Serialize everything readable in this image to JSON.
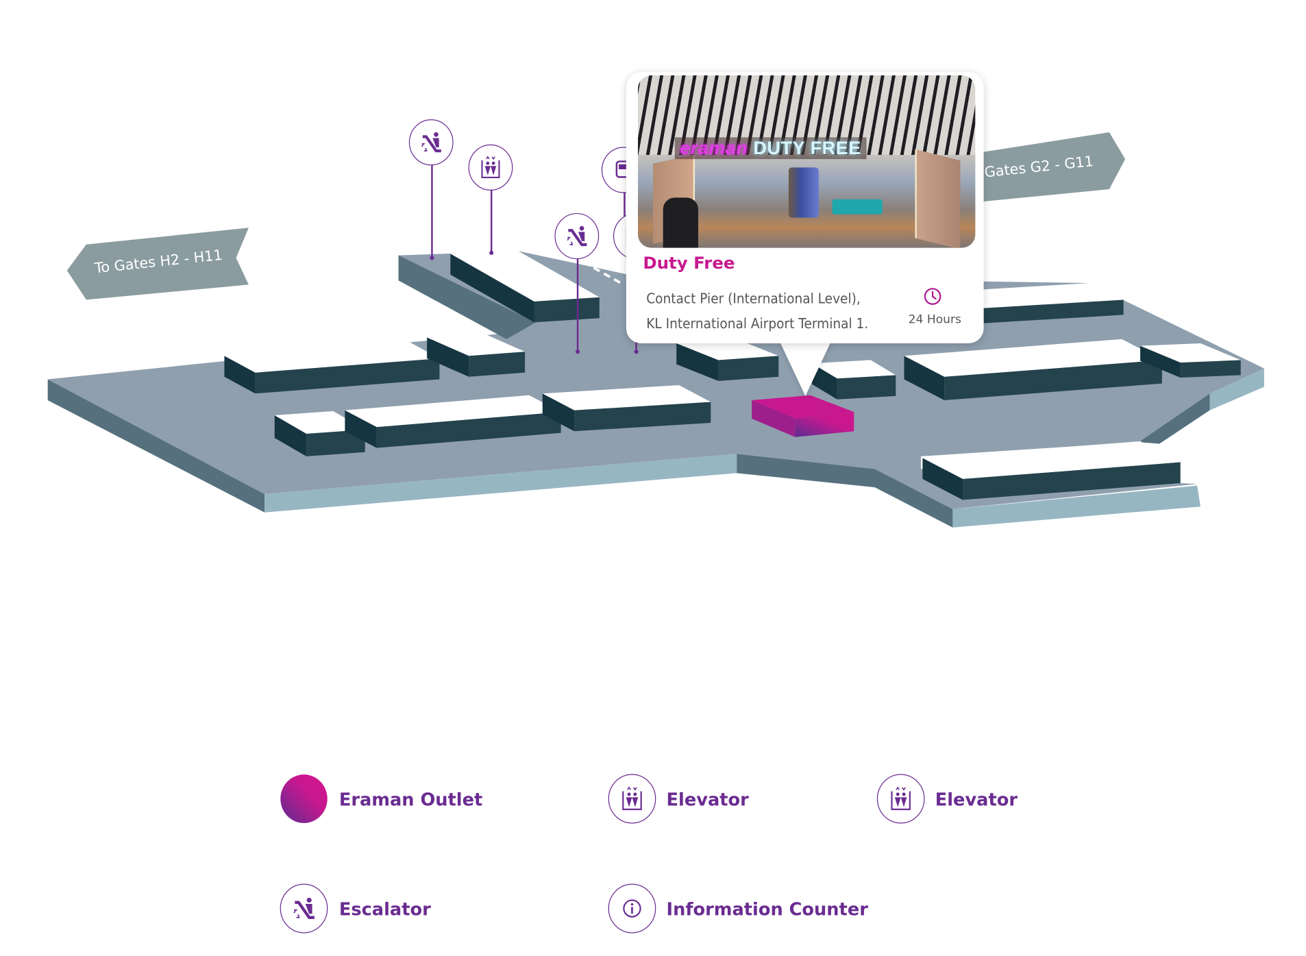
{
  "map": {
    "directions": [
      {
        "label": "To Gates H2 - H11"
      },
      {
        "label": "To Gates G2 - G11"
      }
    ],
    "highlight_color": "#c7188f",
    "pin_color": "#6a2c91"
  },
  "popup": {
    "photo_sign_brand": "eraman",
    "photo_sign_text": "DUTY FREE",
    "title": "Duty Free",
    "address_line1": "Contact Pier (International Level),",
    "address_line2": "KL International Airport Terminal 1.",
    "hours_icon": "clock-icon",
    "hours": "24 Hours"
  },
  "legend": [
    {
      "icon": "eraman-outlet-swatch",
      "label": "Eraman Outlet"
    },
    {
      "icon": "elevator-icon",
      "label": "Elevator"
    },
    {
      "icon": "elevator-icon",
      "label": "Elevator"
    },
    {
      "icon": "escalator-icon",
      "label": "Escalator"
    },
    {
      "icon": "info-icon",
      "label": "Information Counter"
    }
  ]
}
